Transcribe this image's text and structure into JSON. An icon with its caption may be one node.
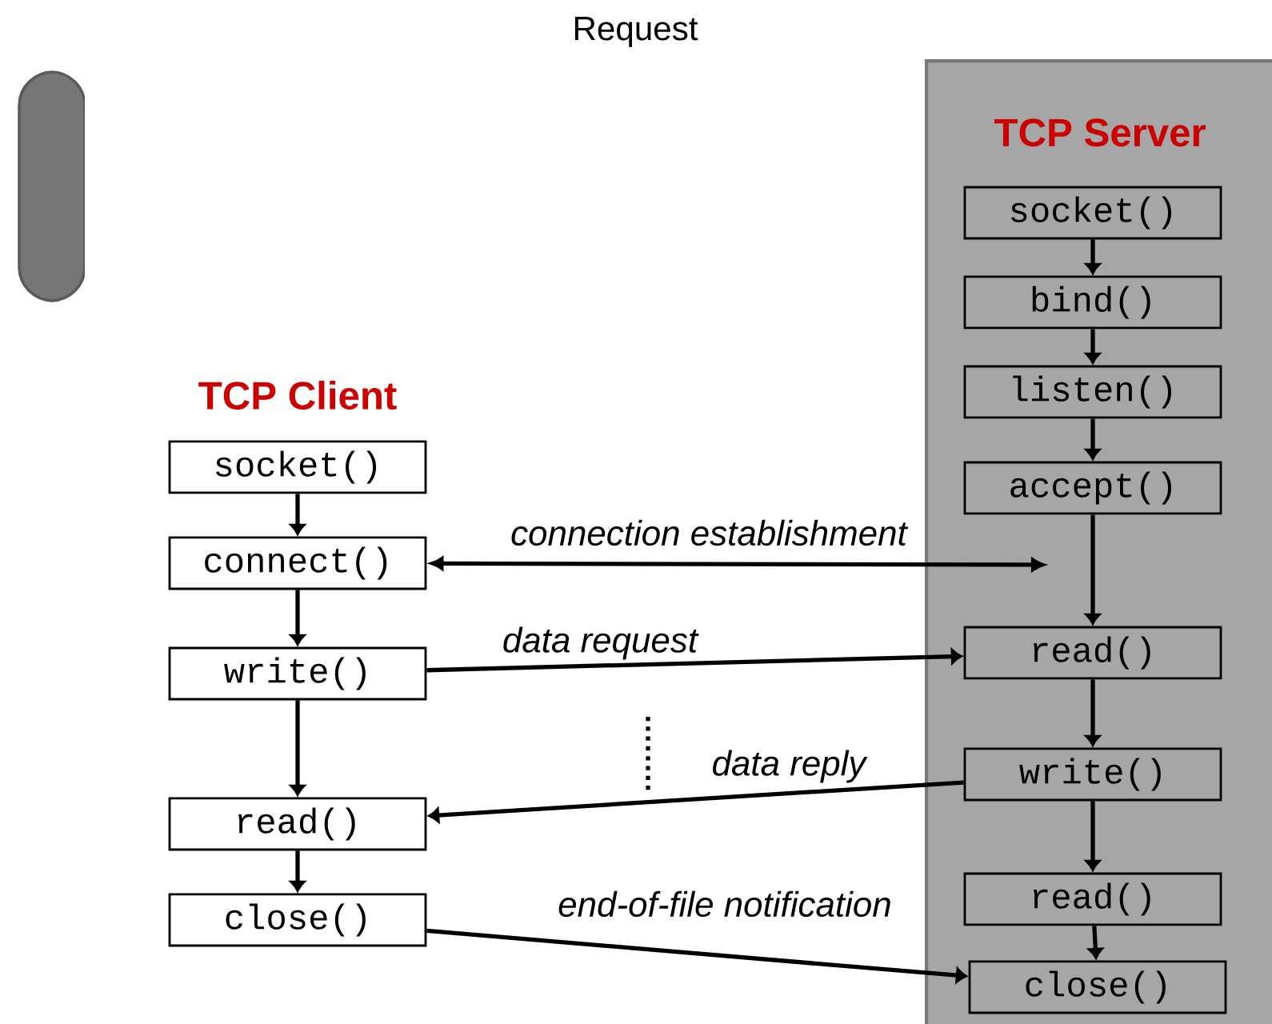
{
  "diagram": {
    "title": "Request",
    "nodes": [
      {
        "text": [
          "TCP Server"
        ]
      },
      {
        "text": [
          "socket()"
        ],
        "in": 0
      },
      {
        "text": [
          "bind()"
        ],
        "in": 0
      },
      {
        "text": [
          "listen()"
        ],
        "in": 0
      },
      {
        "text": [
          "accept()"
        ],
        "in": 0
      },
      {
        "text": [
          "read()"
        ],
        "in": 0
      },
      {
        "text": [
          "write()"
        ],
        "in": 0
      },
      {
        "text": [
          "read()"
        ],
        "in": 0
      },
      {
        "text": [
          "close()"
        ],
        "in": 0
      },
      {
        "text": [
          "socket()"
        ]
      },
      {
        "text": [
          "connect()"
        ]
      },
      {
        "text": [
          "write()"
        ]
      },
      {
        "text": [
          "read()"
        ]
      },
      {
        "text": [
          "close()"
        ]
      },
      {
        "text": [],
        "shape": "box"
      }
    ],
    "edges": [
      {
        "from": 1,
        "to": 2,
        "arrow": "to"
      },
      {
        "from": 2,
        "to": 3,
        "arrow": "to"
      },
      {
        "from": 3,
        "to": 4,
        "arrow": "to"
      },
      {
        "from": 4,
        "to": 5,
        "arrow": "to"
      },
      {
        "from": 5,
        "to": 6,
        "arrow": "to"
      },
      {
        "from": 6,
        "to": 7,
        "arrow": "to"
      },
      {
        "from": 7,
        "to": 8,
        "arrow": "to"
      },
      {
        "from": 9,
        "to": 10,
        "arrow": "to"
      },
      {
        "from": 10,
        "to": 11,
        "arrow": "to"
      },
      {
        "from": 11,
        "to": 12,
        "arrow": "to"
      },
      {
        "from": 12,
        "to": 13,
        "arrow": "to"
      },
      {
        "from": 10,
        "to": null,
        "arrow": "both",
        "label": "connection establishment"
      },
      {
        "from": 11,
        "to": 5,
        "arrow": "to",
        "label": "data request"
      },
      {
        "from": 6,
        "to": 12,
        "arrow": "to",
        "label": "data reply"
      },
      {
        "from": 13,
        "to": 8,
        "arrow": "to",
        "label": "end-of-file notification"
      }
    ],
    "labels": [
      "TCP Client"
    ]
  }
}
